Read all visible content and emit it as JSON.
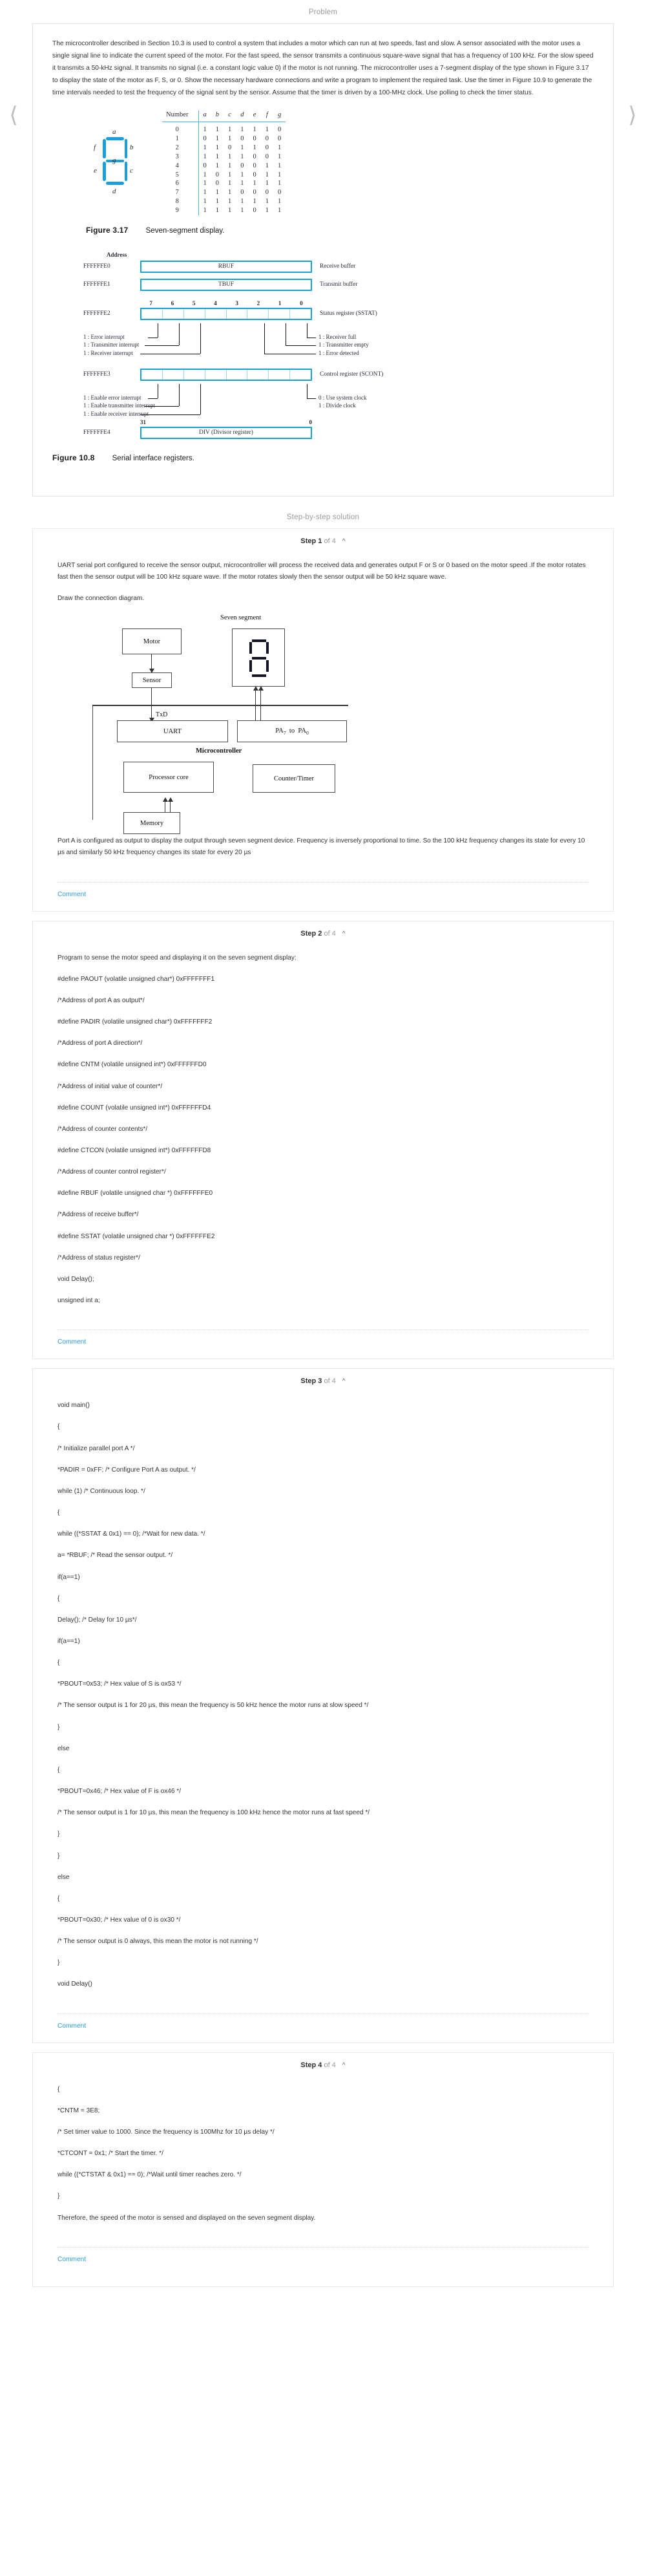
{
  "sections": {
    "problem_heading": "Problem",
    "solution_heading": "Step-by-step solution"
  },
  "nav": {
    "prev_icon": "chevron-left-icon",
    "next_icon": "chevron-right-icon"
  },
  "problem": {
    "text": "The microcontroller described in Section 10.3 is used to control a system that includes a motor which can run at two speeds, fast and slow. A sensor associated with the motor uses a single signal line to indicate the current speed of the motor. For the fast speed, the sensor transmits a continuous square-wave signal that has a frequency of 100 kHz. For the slow speed it transmits a 50-kHz signal. It transmits no signal (i.e. a constant logic value 0) if the motor is not running. The microcontroller uses a 7-segment display of the type shown in Figure 3.17 to display the state of the motor as F, S, or 0. Show the necessary hardware connections and write a program to implement the required task. Use the timer in Figure 10.9 to generate the time intervals needed to test the frequency of the signal sent by the sensor. Assume that the timer is driven by a 100-MHz clock. Use polling to check the timer status."
  },
  "seven_segment": {
    "labels": [
      "a",
      "b",
      "c",
      "d",
      "e",
      "f",
      "g"
    ],
    "table": {
      "headers": [
        "Number",
        "a",
        "b",
        "c",
        "d",
        "e",
        "f",
        "g"
      ],
      "rows": [
        [
          "0",
          "1",
          "1",
          "1",
          "1",
          "1",
          "1",
          "0"
        ],
        [
          "1",
          "0",
          "1",
          "1",
          "0",
          "0",
          "0",
          "0"
        ],
        [
          "2",
          "1",
          "1",
          "0",
          "1",
          "1",
          "0",
          "1"
        ],
        [
          "3",
          "1",
          "1",
          "1",
          "1",
          "0",
          "0",
          "1"
        ],
        [
          "4",
          "0",
          "1",
          "1",
          "0",
          "0",
          "1",
          "1"
        ],
        [
          "5",
          "1",
          "0",
          "1",
          "1",
          "0",
          "1",
          "1"
        ],
        [
          "6",
          "1",
          "0",
          "1",
          "1",
          "1",
          "1",
          "1"
        ],
        [
          "7",
          "1",
          "1",
          "1",
          "0",
          "0",
          "0",
          "0"
        ],
        [
          "8",
          "1",
          "1",
          "1",
          "1",
          "1",
          "1",
          "1"
        ],
        [
          "9",
          "1",
          "1",
          "1",
          "1",
          "0",
          "1",
          "1"
        ]
      ]
    },
    "caption_number": "Figure 3.17",
    "caption_text": "Seven-segment display."
  },
  "serial_figure": {
    "address_header": "Address",
    "registers": [
      {
        "address": "FFFFFFE0",
        "name": "RBUF",
        "note": "Receive buffer"
      },
      {
        "address": "FFFFFFE1",
        "name": "TBUF",
        "note": "Transmit buffer"
      }
    ],
    "status": {
      "address": "FFFFFFE2",
      "note": "Status register (SSTAT)",
      "bitnums": [
        "7",
        "6",
        "5",
        "4",
        "3",
        "2",
        "1",
        "0"
      ],
      "left_legend": [
        "1 : Error interrupt",
        "1 : Transmitter interrupt",
        "1 : Receiver interrupt"
      ],
      "right_legend": [
        "1 : Receiver full",
        "1 : Transmitter empty",
        "1 : Error detected"
      ]
    },
    "control": {
      "address": "FFFFFFE3",
      "note": "Control register (SCONT)",
      "left_legend": [
        "1 : Enable error interrupt",
        "1 : Enable transmitter interrupt",
        "1 : Enable receiver interrupt"
      ],
      "right_legend": [
        "0 : Use system clock",
        "1 : Divide clock"
      ]
    },
    "divisor": {
      "address": "FFFFFFE4",
      "name": "DIV (Divisor register)",
      "bit_high": "31",
      "bit_low": "0"
    },
    "caption_number": "Figure 10.8",
    "caption_text": "Serial interface registers."
  },
  "steps": [
    {
      "label": "Step 1",
      "of": "of 4",
      "collapse_icon": "chevron-up-icon",
      "paragraphs": [
        "UART serial port configured to receive the sensor output, microcontroller will process the received data and generates output F or S or 0 based on the motor speed .If the motor rotates fast then the sensor output will be 100 kHz square wave. If the motor rotates slowly then the sensor output will be 50 kHz square wave.",
        "Draw the connection diagram."
      ],
      "diagram": {
        "seven_segment_title": "Seven segment",
        "motor": "Motor",
        "sensor": "Sensor",
        "txd": "TxD",
        "uart": "UART",
        "port_a": "PA₇ to PA₀",
        "microcontroller": "Microcontroller",
        "processor_core": "Processor core",
        "counter_timer": "Counter/Timer",
        "memory": "Memory"
      },
      "closing": "Port A is configured as output to display the output through seven segment device. Frequency is inversely proportional to time. So the 100 kHz frequency changes its state for every 10 µs and similarly 50 kHz frequency changes its state for every 20 µs",
      "comment_label": "Comment"
    },
    {
      "label": "Step 2",
      "of": "of 4",
      "collapse_icon": "chevron-up-icon",
      "lines": [
        "Program to sense the motor speed and displaying it on the seven segment display:",
        "#define PAOUT (volatile unsigned char*) 0xFFFFFFF1",
        "/*Address of port A as output*/",
        "#define PADIR (volatile unsigned char*) 0xFFFFFFF2",
        "/*Address of port A direction*/",
        "#define CNTM (volatile unsigned int*) 0xFFFFFFD0",
        "/*Address of initial value of counter*/",
        "#define COUNT (volatile unsigned int*) 0xFFFFFFD4",
        "/*Address of counter contents*/",
        "#define CTCON (volatile unsigned int*) 0xFFFFFFD8",
        "/*Address of counter control register*/",
        "#define RBUF (volatile unsigned char *) 0xFFFFFFE0",
        "/*Address of receive buffer*/",
        "#define SSTAT (volatile unsigned char *) 0xFFFFFFE2",
        "/*Address of status register*/",
        "void Delay();",
        "unsigned int a;"
      ],
      "comment_label": "Comment"
    },
    {
      "label": "Step 3",
      "of": "of 4",
      "collapse_icon": "chevron-up-icon",
      "lines": [
        "void main()",
        "{",
        "/* Initialize parallel port A */",
        "*PADIR = 0xFF; /* Configure Port A as output. */",
        "while (1) /* Continuous loop. */",
        "{",
        "while ((*SSTAT & 0x1) == 0); /*Wait for new data. */",
        "a= *RBUF; /* Read the sensor output. */",
        "if(a==1)",
        "{",
        "Delay(); /* Delay for 10 µs*/",
        "if(a==1)",
        "{",
        "*PBOUT=0x53; /* Hex value of S is ox53 */",
        "/* The sensor output is 1 for 20 µs, this mean the frequency is 50 kHz hence the motor runs at slow speed */",
        "}",
        "else",
        "{",
        "*PBOUT=0x46; /* Hex value of F is ox46 */",
        "/* The sensor output is 1 for 10 µs, this mean the frequency is 100 kHz hence the motor runs at fast speed */",
        "}",
        "}",
        "else",
        "{",
        "*PBOUT=0x30; /* Hex value of 0 is ox30 */",
        "/* The sensor output is 0 always, this mean the motor is not running */",
        "}",
        "void Delay()"
      ],
      "comment_label": "Comment"
    },
    {
      "label": "Step 4",
      "of": "of 4",
      "collapse_icon": "chevron-up-icon",
      "lines": [
        "{",
        "*CNTM = 3E8;",
        "/* Set timer value to 1000. Since the frequency is 100Mhz for 10 µs delay */",
        "*CTCONT = 0x1; /* Start the timer. */",
        "while ((*CTSTAT & 0x1) == 0); /*Wait until timer reaches zero. */",
        "}",
        "Therefore, the speed of the motor is sensed and displayed on the seven segment display."
      ],
      "comment_label": "Comment"
    }
  ],
  "colors": {
    "accent_blue": "#18a0db",
    "link_blue": "#2d9cdb",
    "heading_gray": "#9b9b9b"
  }
}
